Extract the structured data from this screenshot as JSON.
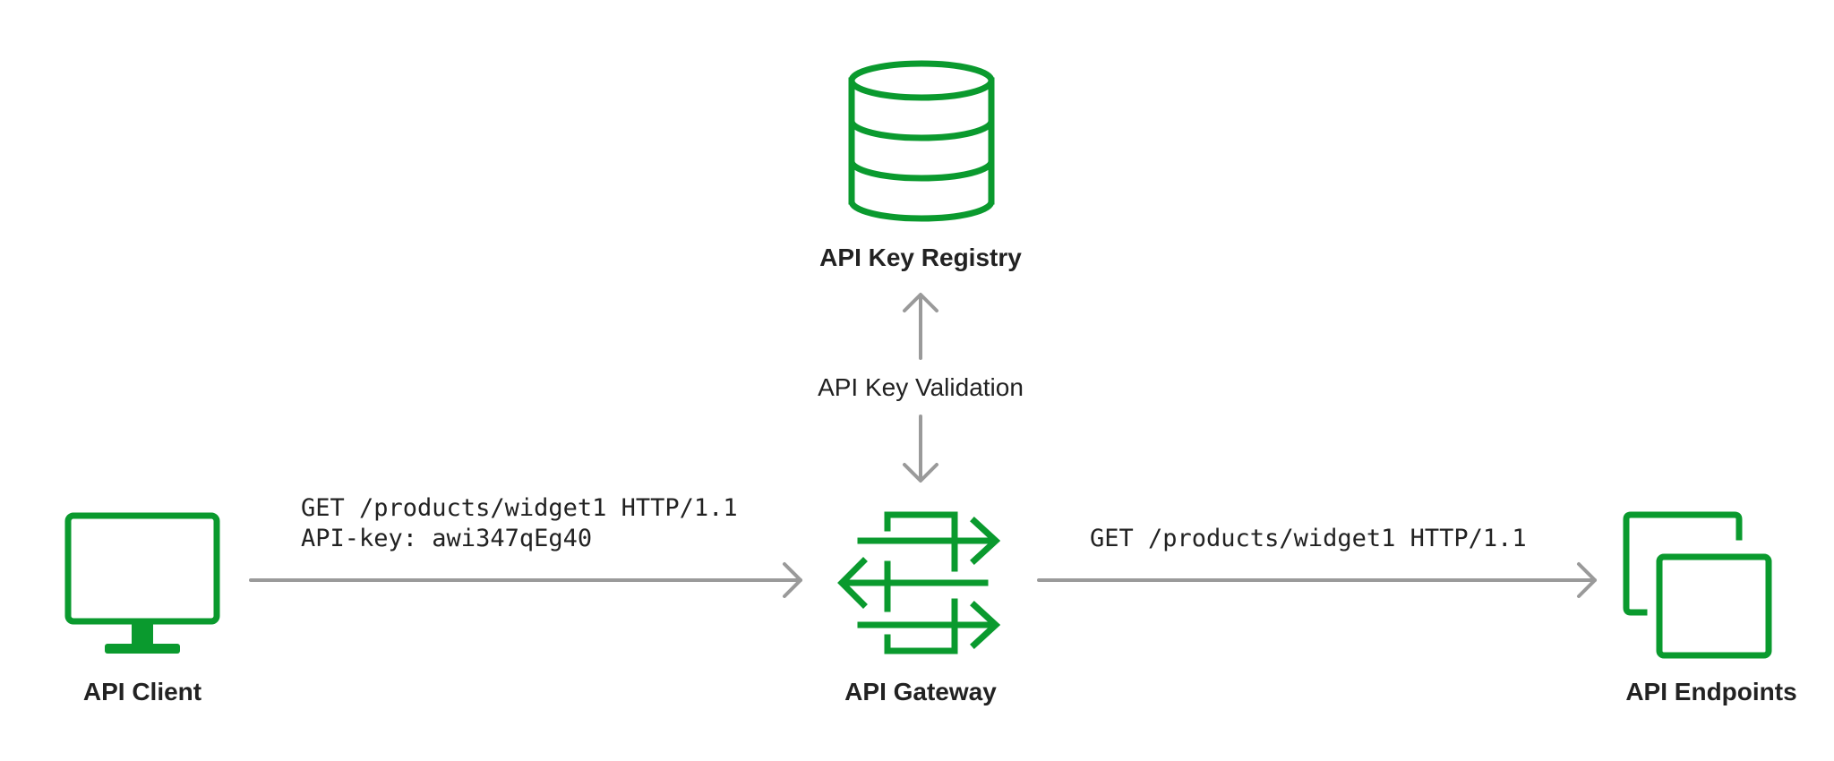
{
  "colors": {
    "icon": "#0a9a2e",
    "arrow": "#9a9a9a",
    "text": "#222222",
    "background": "#ffffff"
  },
  "nodes": {
    "registry": {
      "label": "API Key Registry",
      "icon": "database-icon"
    },
    "client": {
      "label": "API Client",
      "icon": "monitor-icon"
    },
    "gateway": {
      "label": "API Gateway",
      "icon": "gateway-arrows-icon"
    },
    "endpoints": {
      "label": "API Endpoints",
      "icon": "stacked-windows-icon"
    }
  },
  "edges": {
    "validation": {
      "label": "API Key Validation"
    },
    "client_to_gateway": {
      "request_line": "GET /products/widget1 HTTP/1.1",
      "header_line": "API-key: awi347qEg40"
    },
    "gateway_to_endpoints": {
      "request_line": "GET /products/widget1 HTTP/1.1"
    }
  }
}
